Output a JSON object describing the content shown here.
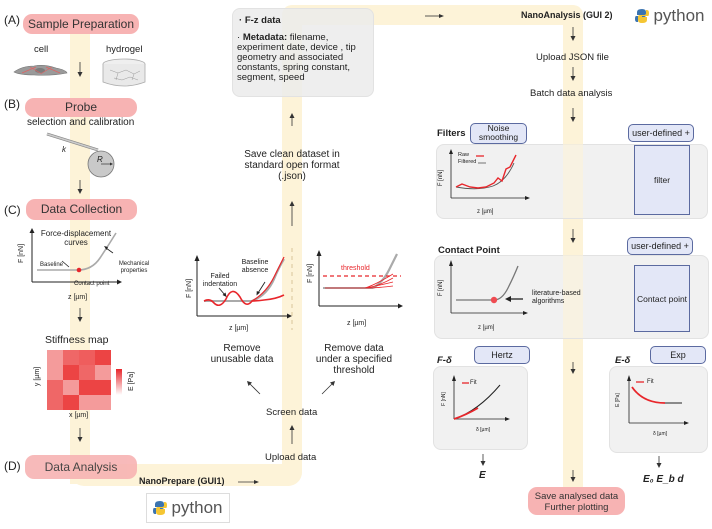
{
  "sections": {
    "A": {
      "letter": "(A)",
      "title": "Sample Preparation",
      "cell_label": "cell",
      "hydrogel_label": "hydrogel"
    },
    "B": {
      "letter": "(B)",
      "title": "Probe",
      "subtitle": "selection and calibration",
      "k_label": "k",
      "r_label": "R"
    },
    "C": {
      "letter": "(C)",
      "title": "Data Collection",
      "curve_title": "Force-displacement curves",
      "baseline": "Baseline",
      "mechanical": "Mechanical properties",
      "contact_point": "Contact point",
      "y_axis": "F [nN]",
      "x_axis": "z [µm]"
    },
    "stiffness": {
      "title": "Stiffness map",
      "y_axis": "y [µm]",
      "x_axis": "x [µm]",
      "colorbar": "E [Pa]"
    },
    "D": {
      "letter": "(D)",
      "title": "Data Analysis"
    }
  },
  "nanoprepare": {
    "label": "NanoPrepare (GUI1)",
    "python": "python",
    "upload": "Upload data",
    "screen": "Screen data",
    "remove_unusable": "Remove unusable data",
    "remove_threshold": "Remove data under a specified threshold",
    "failed": "Failed indentation",
    "baseline_absence": "Baseline absence",
    "threshold": "threshold",
    "y_axis": "F [nN]",
    "x_axis": "z [µm]",
    "save": "Save clean dataset in standard open format (.json)",
    "info_fz": "F-z data",
    "info_meta_label": "Metadata:",
    "info_meta_text": "filename, experiment date, device , tip geometry and associated constants, spring constant, segment, speed"
  },
  "nanoanalysis": {
    "label": "NanoAnalysis (GUI 2)",
    "python": "python",
    "upload_json": "Upload JSON file",
    "batch": "Batch data analysis",
    "filters": {
      "title": "Filters",
      "button": "Noise smoothing",
      "user_defined": "user-defined +",
      "box": "filter",
      "legend_raw": "Raw",
      "legend_filtered": "Filtered",
      "y_axis": "F [nN]",
      "x_axis": "z [µm]"
    },
    "contact": {
      "title": "Contact Point",
      "user_defined": "user-defined +",
      "box": "Contact point",
      "note": "literature-based algorithms",
      "y_axis": "F [nN]",
      "x_axis": "z [µm]"
    },
    "fdelta": {
      "title": "F-δ",
      "button": "Hertz",
      "legend": "Fit",
      "y_axis": "F [nN]",
      "x_axis": "δ [µm]",
      "result": "E"
    },
    "edelta": {
      "title": "E-δ",
      "button": "Exp",
      "legend": "Fit",
      "y_axis": "E [Pa]",
      "x_axis": "δ [µm]",
      "result": "E₀ E_b d"
    },
    "save": "Save analysed data Further plotting"
  },
  "colors": {
    "band": "#fdf3d8",
    "pill": "#f7b3b3",
    "red": "#e8262b",
    "blue_fill": "#e3e7f7",
    "blue_border": "#5b6aa0",
    "gray_box": "#f1f1f1"
  }
}
